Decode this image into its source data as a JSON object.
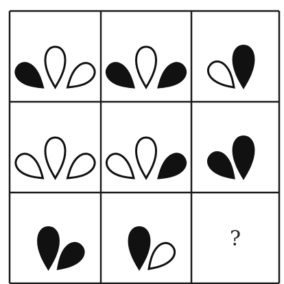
{
  "puzzle": {
    "rows": 3,
    "cols": 3,
    "question_mark": "?",
    "colors": {
      "filled": "#111111",
      "outline": "#111111",
      "background": "#ffffff"
    },
    "cells": [
      {
        "petals": [
          {
            "type": "left",
            "fill": "black"
          },
          {
            "type": "top",
            "fill": "white"
          },
          {
            "type": "right",
            "fill": "white"
          }
        ]
      },
      {
        "petals": [
          {
            "type": "left",
            "fill": "black"
          },
          {
            "type": "top",
            "fill": "white"
          },
          {
            "type": "right",
            "fill": "black"
          }
        ]
      },
      {
        "petals": [
          {
            "type": "left",
            "fill": "white"
          },
          {
            "type": "top",
            "fill": "black"
          }
        ]
      },
      {
        "petals": [
          {
            "type": "left",
            "fill": "white"
          },
          {
            "type": "top",
            "fill": "white"
          },
          {
            "type": "right",
            "fill": "white"
          }
        ]
      },
      {
        "petals": [
          {
            "type": "left",
            "fill": "white"
          },
          {
            "type": "top",
            "fill": "white"
          },
          {
            "type": "right",
            "fill": "black"
          }
        ]
      },
      {
        "petals": [
          {
            "type": "left",
            "fill": "black"
          },
          {
            "type": "top",
            "fill": "black"
          }
        ]
      },
      {
        "petals": [
          {
            "type": "top",
            "fill": "black"
          },
          {
            "type": "right",
            "fill": "black"
          }
        ]
      },
      {
        "petals": [
          {
            "type": "top",
            "fill": "black"
          },
          {
            "type": "right",
            "fill": "white"
          }
        ]
      },
      {
        "question": true
      }
    ]
  }
}
